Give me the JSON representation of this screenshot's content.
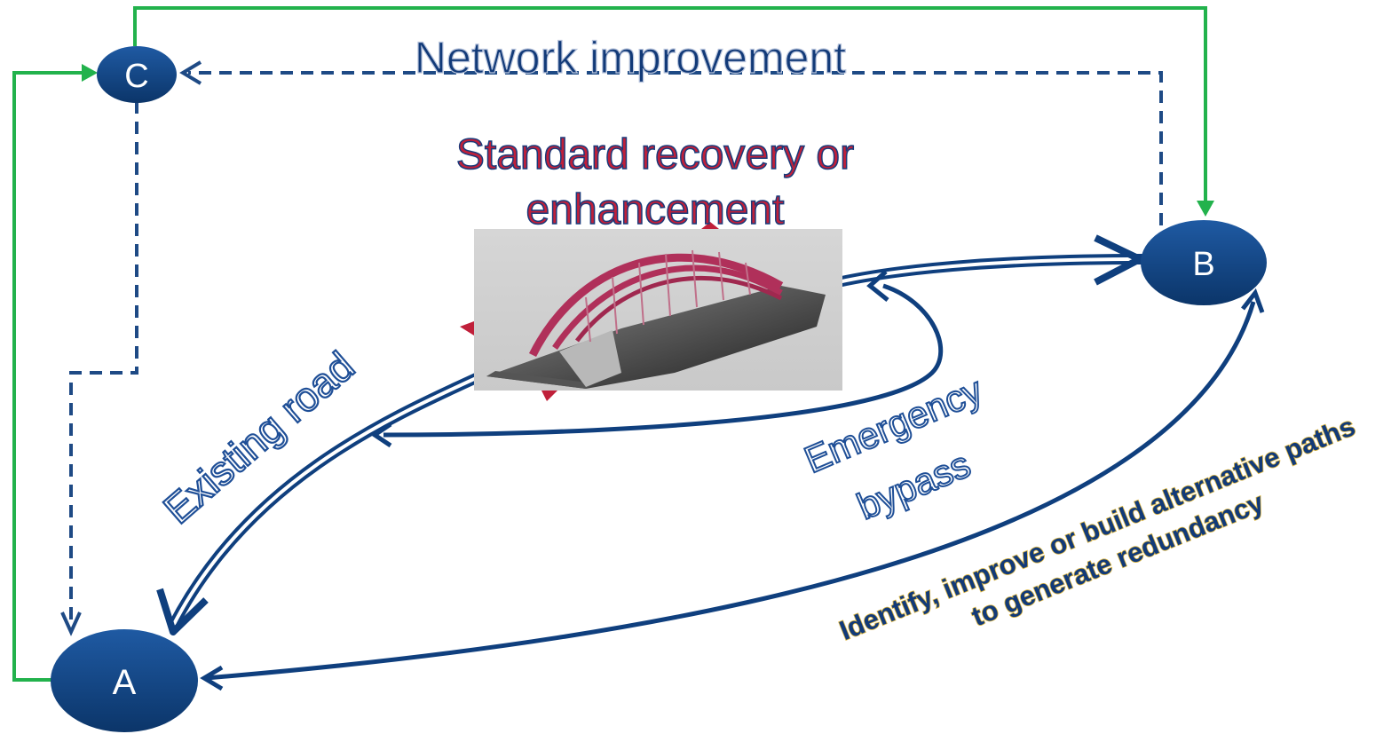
{
  "nodes": {
    "a": {
      "label": "A"
    },
    "b": {
      "label": "B"
    },
    "c": {
      "label": "C"
    }
  },
  "labels": {
    "network_improvement": "Network improvement",
    "standard_recovery_line1": "Standard recovery or",
    "standard_recovery_line2": "enhancement",
    "existing_road": "Existing road",
    "emergency_line1": "Emergency",
    "emergency_line2": "bypass",
    "alternative_line1": "Identify, improve or build alternative paths",
    "alternative_line2": "to generate redundancy"
  },
  "colors": {
    "node_fill": "#0f3f7e",
    "navy_line": "#0f3f7e",
    "green_line": "#22b24c",
    "red_text": "#c0203a",
    "gold_text": "#e0b840",
    "bridge_red": "#b0305a"
  },
  "images": {
    "bridge": "arch-bridge-photo"
  }
}
